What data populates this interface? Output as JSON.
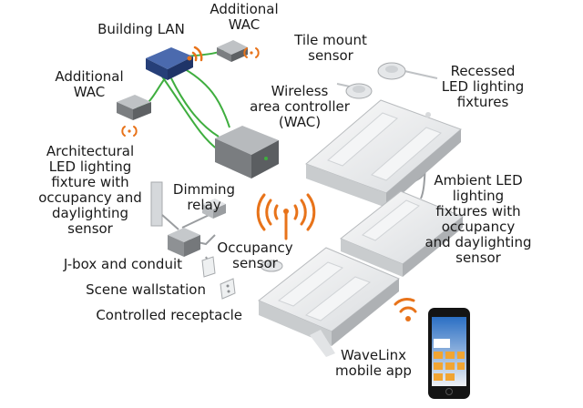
{
  "labels": {
    "building_lan": "Building LAN",
    "additional_wac_top": "Additional\nWAC",
    "tile_mount_sensor": "Tile mount\nsensor",
    "recessed_fixtures": "Recessed\nLED lighting\nfixtures",
    "additional_wac_left": "Additional\nWAC",
    "wireless_controller": "Wireless\narea controller\n(WAC)",
    "architectural_fixture": "Architectural\nLED lighting\nfixture with\noccupancy and\ndaylighting\nsensor",
    "dimming_relay": "Dimming\nrelay",
    "ambient_fixtures": "Ambient LED\nlighting\nfixtures with\noccupancy\nand daylighting\nsensor",
    "occupancy_sensor": "Occupancy\nsensor",
    "jbox_conduit": "J-box and conduit",
    "scene_wallstation": "Scene wallstation",
    "controlled_receptacle": "Controlled receptacle",
    "mobile_app": "WaveLinx\nmobile app"
  },
  "colors": {
    "wireless": "#e8731a",
    "network_cable": "#3fae3f",
    "lan_switch": "#2f4a8a",
    "device_gray": "#8a8d90"
  }
}
